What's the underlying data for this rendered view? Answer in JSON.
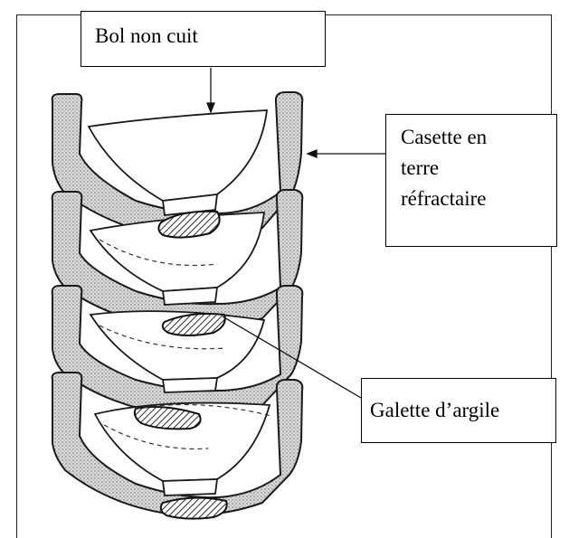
{
  "labels": {
    "bol_non_cuit": "Bol non cuit",
    "casette": "Casette en\nterre\nréfractaire",
    "galette": "Galette d’argile"
  },
  "colors": {
    "ink": "#1a1a1a",
    "saggar_fill": "#d6d6d6",
    "background": "#ffffff"
  },
  "diagram": {
    "saggar_count": 4,
    "bowl_count": 4,
    "clay_pad_count": 4
  }
}
